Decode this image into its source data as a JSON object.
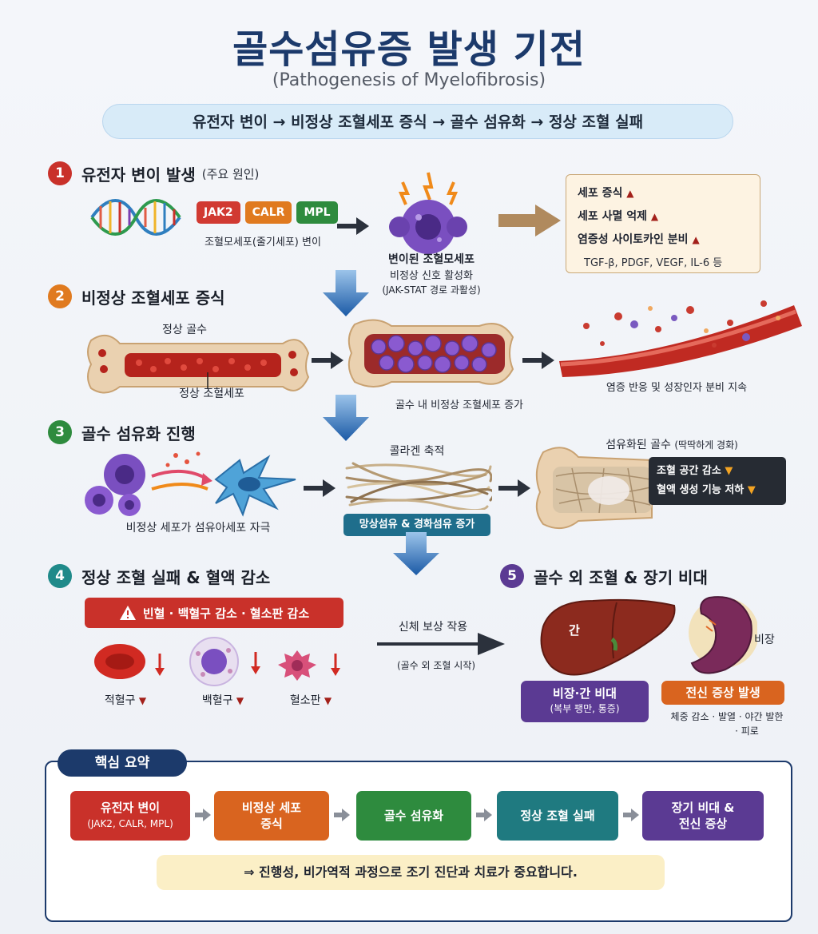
{
  "header": {
    "title": "골수섬유증 발생 기전",
    "subtitle": "(Pathogenesis of Myelofibrosis)",
    "pathway": "유전자 변이 → 비정상 조혈세포 증식 → 골수 섬유화 → 정상 조혈 실패"
  },
  "colors": {
    "step1": "#c9312a",
    "step2": "#e07a1f",
    "step3": "#2e8b3e",
    "step4": "#1f8a8a",
    "step5": "#5b3a93",
    "navy": "#1c3a6b"
  },
  "step1": {
    "num": "1",
    "title": "유전자 변이 발생",
    "title_sub": "(주요 원인)",
    "genes": [
      "JAK2",
      "CALR",
      "MPL"
    ],
    "gene_caption": "조혈모세포(줄기세포) 변이",
    "cell_title": "변이된 조혈모세포",
    "cell_line2": "비정상 신호 활성화",
    "cell_line3": "(JAK-STAT 경로 과활성)",
    "effects": [
      "세포 증식",
      "세포 사멸 억제",
      "염증성 사이토카인 분비"
    ],
    "cytokines": "TGF-β, PDGF, VEGF, IL-6 등"
  },
  "step2": {
    "num": "2",
    "title": "비정상 조혈세포 증식",
    "normal_marrow": "정상 골수",
    "normal_cells": "정상 조혈세포",
    "abnormal_increase": "골수 내 비정상 조혈세포 증가",
    "inflammation": "염증 반응 및 성장인자 분비 지속"
  },
  "step3": {
    "num": "3",
    "title": "골수 섬유화 진행",
    "stimulate": "비정상 세포가 섬유아세포 자극",
    "collagen": "콜라겐 축적",
    "fibers": "망상섬유 & 경화섬유 증가",
    "fibrotic_bone": "섬유화된 골수",
    "fibrotic_bone_sub": "(딱딱하게 경화)",
    "space_down": "조혈 공간 감소",
    "function_down": "혈액 생성 기능 저하"
  },
  "step4": {
    "num": "4",
    "title": "정상 조혈 실패 & 혈액 감소",
    "alert": "빈혈 · 백혈구 감소 · 혈소판 감소",
    "cells": [
      "적혈구",
      "백혈구",
      "혈소판"
    ],
    "compensation": "신체 보상 작용",
    "compensation_sub": "(골수 외 조혈 시작)"
  },
  "step5": {
    "num": "5",
    "title": "골수 외 조혈 & 장기 비대",
    "liver": "간",
    "spleen": "비장",
    "organ_tag": "비장·간 비대",
    "organ_tag_sub": "(복부 팽만, 통증)",
    "symptom_tag": "전신 증상 발생",
    "symptom_desc_1": "체중 감소 · 발열 · 야간 발한",
    "symptom_desc_2": "· 피로"
  },
  "summary": {
    "tab": "핵심 요약",
    "boxes": [
      {
        "line1": "유전자 변이",
        "line2": "(JAK2, CALR, MPL)"
      },
      {
        "line1": "비정상 세포",
        "line2": "증식"
      },
      {
        "line1": "골수 섬유화",
        "line2": ""
      },
      {
        "line1": "정상 조혈 실패",
        "line2": ""
      },
      {
        "line1": "장기 비대 &",
        "line2": "전신 증상"
      }
    ],
    "conclusion": "⇒  진행성, 비가역적 과정으로  조기 진단과 치료가 중요합니다."
  }
}
